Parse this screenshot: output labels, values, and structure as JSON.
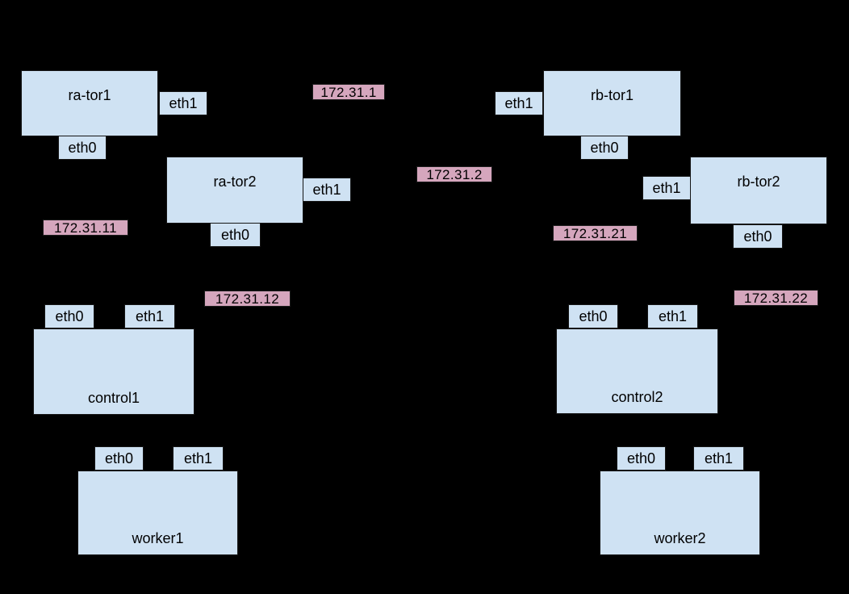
{
  "diagram": {
    "colors": {
      "background": "#000000",
      "node_fill": "#cfe2f3",
      "node_border": "#161616",
      "ip_label_fill": "#d5a6bd",
      "text": "#000000"
    },
    "nodes": {
      "ra_tor1": {
        "label": "ra-tor1",
        "ports": {
          "eth0": "eth0",
          "eth1": "eth1"
        }
      },
      "ra_tor2": {
        "label": "ra-tor2",
        "ports": {
          "eth0": "eth0",
          "eth1": "eth1"
        }
      },
      "rb_tor1": {
        "label": "rb-tor1",
        "ports": {
          "eth0": "eth0",
          "eth1": "eth1"
        }
      },
      "rb_tor2": {
        "label": "rb-tor2",
        "ports": {
          "eth0": "eth0",
          "eth1": "eth1"
        }
      },
      "control1": {
        "label": "control1",
        "ports": {
          "eth0": "eth0",
          "eth1": "eth1"
        }
      },
      "control2": {
        "label": "control2",
        "ports": {
          "eth0": "eth0",
          "eth1": "eth1"
        }
      },
      "worker1": {
        "label": "worker1",
        "ports": {
          "eth0": "eth0",
          "eth1": "eth1"
        }
      },
      "worker2": {
        "label": "worker2",
        "ports": {
          "eth0": "eth0",
          "eth1": "eth1"
        }
      }
    },
    "ip_labels": {
      "ip_172_31_1": "172.31.1",
      "ip_172_31_2": "172.31.2",
      "ip_172_31_11": "172.31.11",
      "ip_172_31_12": "172.31.12",
      "ip_172_31_21": "172.31.21",
      "ip_172_31_22": "172.31.22"
    }
  }
}
